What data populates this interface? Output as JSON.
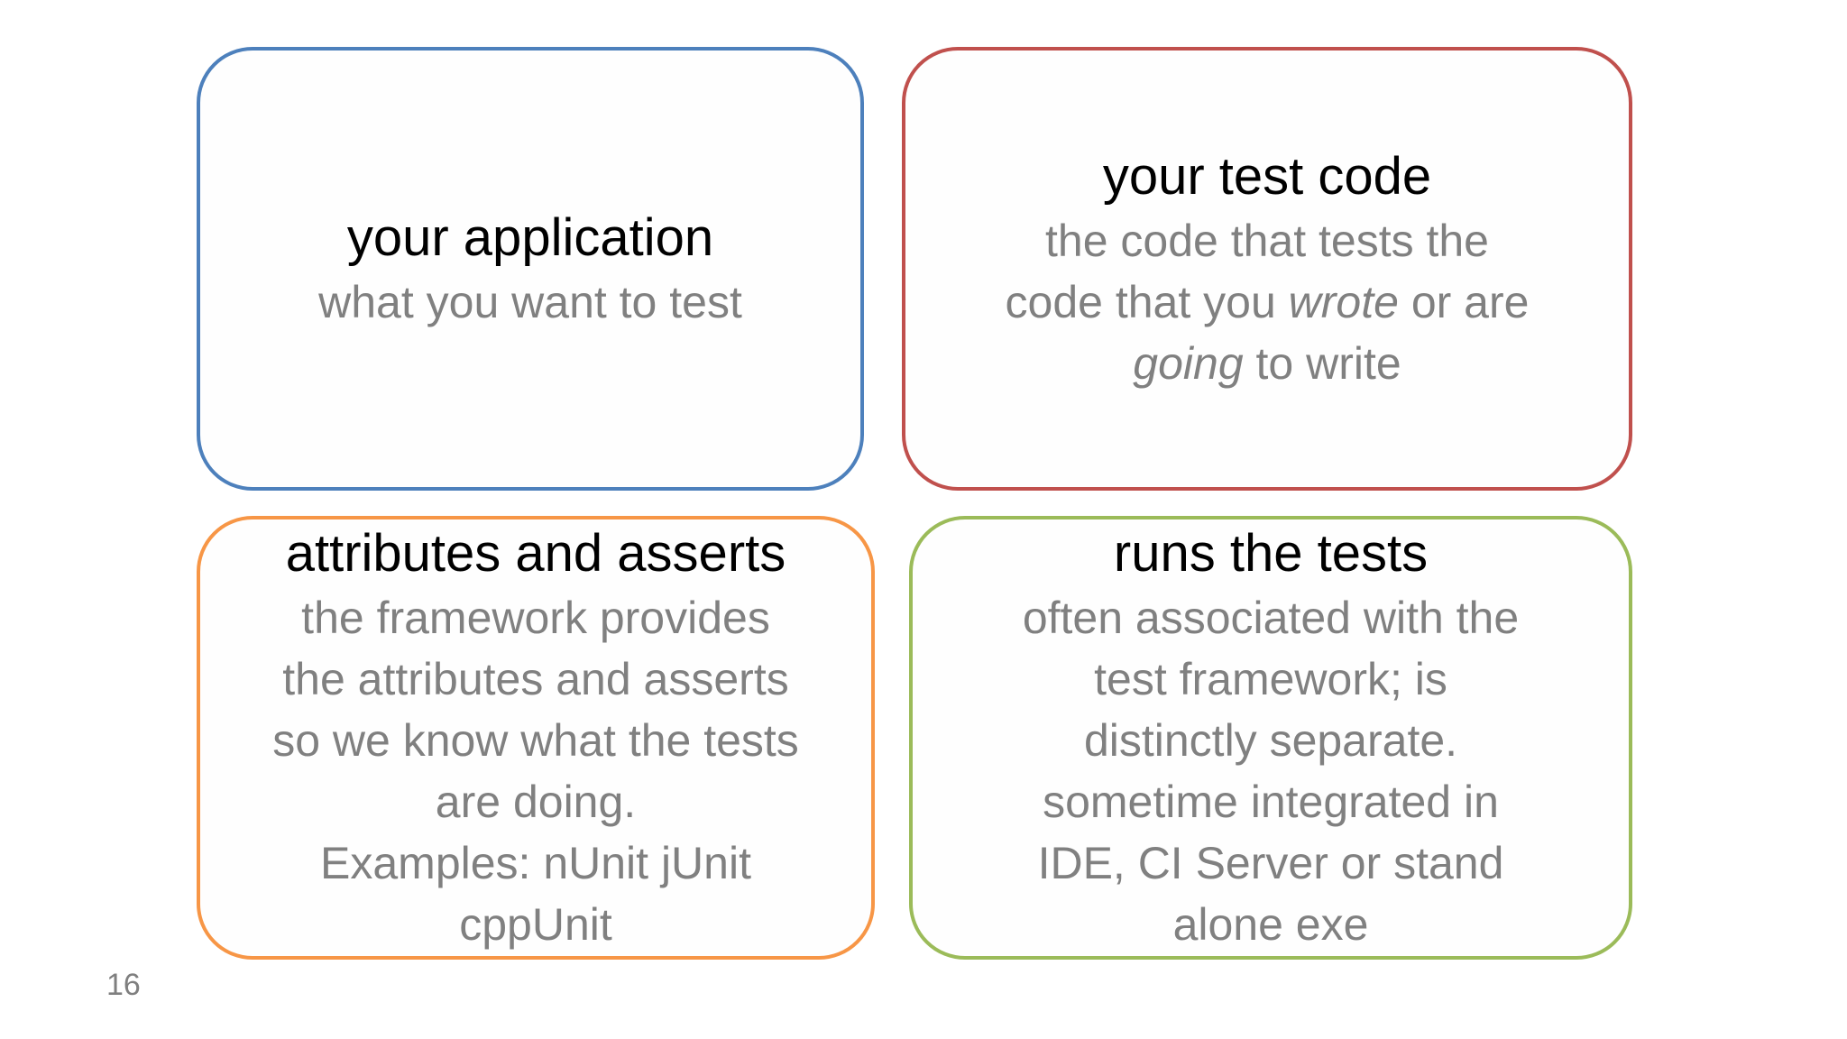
{
  "slide": {
    "page_number": "16"
  },
  "colors": {
    "blue_border": "#4D80BC",
    "red_border": "#C0504D",
    "orange_border": "#F79646",
    "green_border": "#9BBB59",
    "title_text": "#000000",
    "body_text": "#808080",
    "page_number_text": "#7F7F7F"
  },
  "boxes": [
    {
      "name": "your-application",
      "border_color": "#4D80BC",
      "title": "your application",
      "body_lines": [
        [
          {
            "text": "what you want to test"
          }
        ]
      ]
    },
    {
      "name": "your-test-code",
      "border_color": "#C0504D",
      "title": "your test code",
      "body_lines": [
        [
          {
            "text": "the code that tests the"
          }
        ],
        [
          {
            "text": "code that you "
          },
          {
            "text": "wrote",
            "italic": true
          },
          {
            "text": " or are"
          }
        ],
        [
          {
            "text": "going",
            "italic": true
          },
          {
            "text": " to write"
          }
        ]
      ]
    },
    {
      "name": "attributes-and-asserts",
      "border_color": "#F79646",
      "title": "attributes and asserts",
      "body_lines": [
        [
          {
            "text": "the framework provides"
          }
        ],
        [
          {
            "text": "the attributes and asserts"
          }
        ],
        [
          {
            "text": "so we know what the tests"
          }
        ],
        [
          {
            "text": "are doing."
          }
        ],
        [
          {
            "text": "Examples: nUnit jUnit"
          }
        ],
        [
          {
            "text": "cppUnit"
          }
        ]
      ]
    },
    {
      "name": "runs-the-tests",
      "border_color": "#9BBB59",
      "title": "runs the tests",
      "body_lines": [
        [
          {
            "text": "often associated with the"
          }
        ],
        [
          {
            "text": "test framework; is"
          }
        ],
        [
          {
            "text": "distinctly separate."
          }
        ],
        [
          {
            "text": "sometime integrated in"
          }
        ],
        [
          {
            "text": "IDE, CI Server or stand"
          }
        ],
        [
          {
            "text": "alone exe"
          }
        ]
      ]
    }
  ]
}
